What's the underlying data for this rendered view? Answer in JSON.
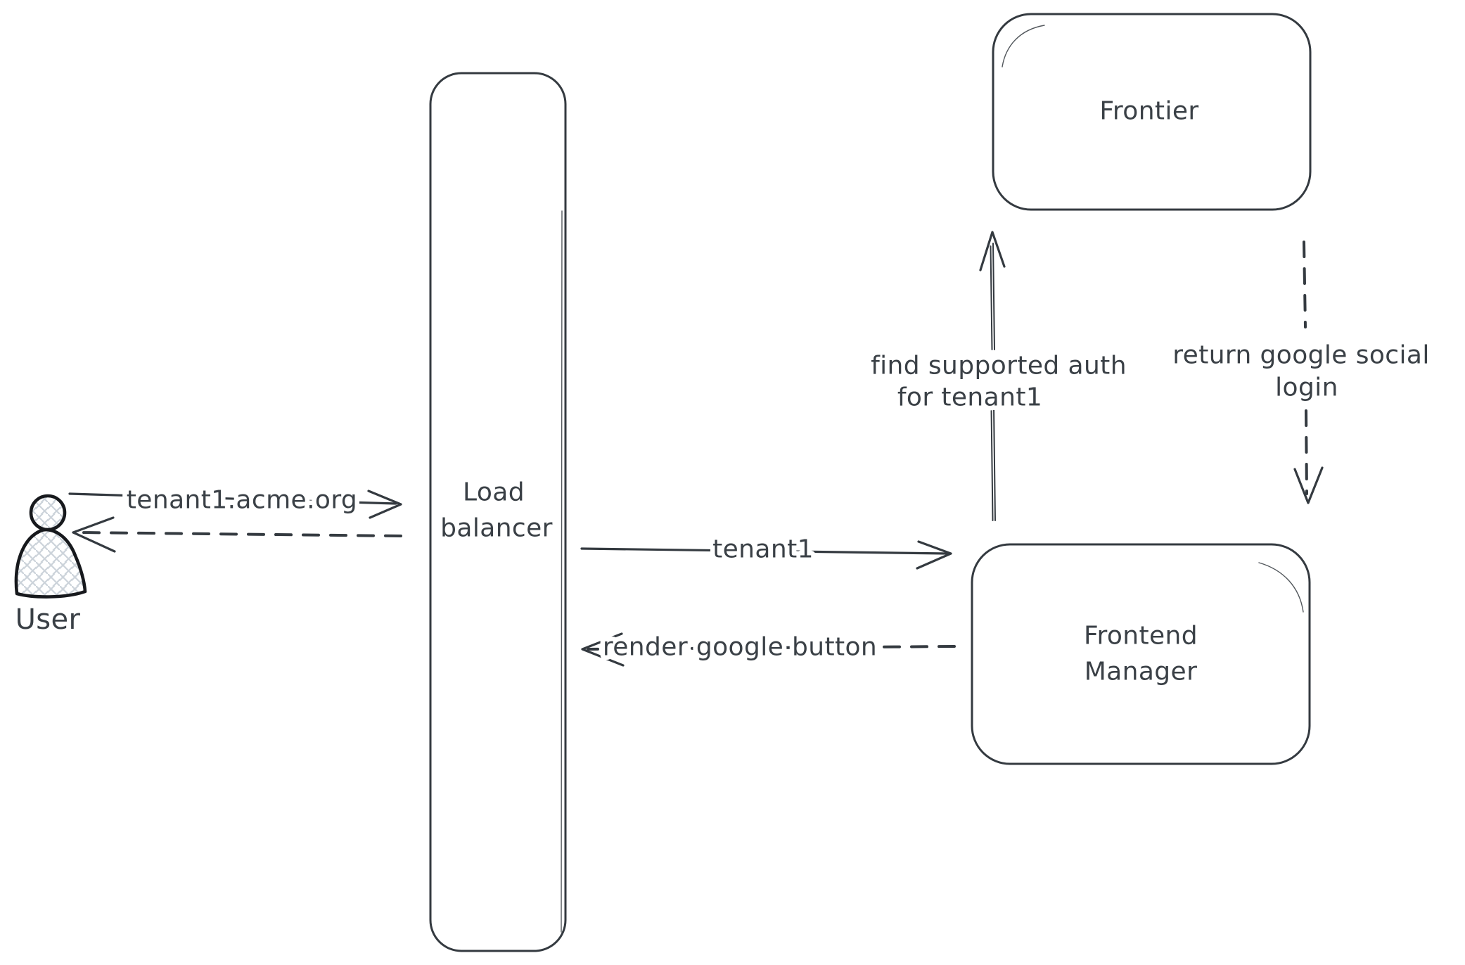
{
  "diagram": {
    "kind": "hand-drawn-architecture-flow",
    "palette": {
      "background": "#ffffff",
      "stroke": "#343a40",
      "text": "#3a4046",
      "actor_stroke": "#17191d",
      "actor_hatch": "#ccd3da"
    },
    "actor": {
      "label": "User"
    },
    "nodes": {
      "load_balancer": {
        "lines": [
          "Load",
          "balancer"
        ]
      },
      "frontier": {
        "label": "Frontier"
      },
      "frontend_manager": {
        "lines": [
          "Frontend",
          "Manager"
        ]
      }
    },
    "edges": {
      "user_to_load_balancer": {
        "label": "tenant1.acme.org",
        "style": "solid-arrow"
      },
      "load_balancer_to_user": {
        "style": "dashed-arrow"
      },
      "load_balancer_to_frontend_manager": {
        "label": "tenant1",
        "style": "solid-arrow"
      },
      "frontend_manager_to_load_balancer": {
        "label": "render google button",
        "style": "dashed-arrow"
      },
      "frontend_manager_to_frontier": {
        "lines": [
          "find supported auth",
          "for tenant1"
        ],
        "style": "solid-arrow"
      },
      "frontier_to_frontend_manager": {
        "lines": [
          "return google social",
          "login"
        ],
        "style": "dashed-arrow"
      }
    }
  }
}
